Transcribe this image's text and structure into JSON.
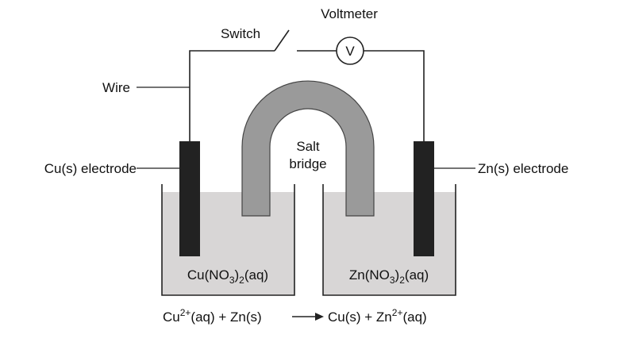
{
  "labels": {
    "voltmeter": "Voltmeter",
    "voltmeter_symbol": "V",
    "switch": "Switch",
    "wire": "Wire",
    "cu_electrode": "Cu(s) electrode",
    "zn_electrode": "Zn(s) electrode",
    "salt_bridge_line1": "Salt",
    "salt_bridge_line2": "bridge"
  },
  "solutions": {
    "left": {
      "prefix": "Cu(NO",
      "sub1": "3",
      "mid": ")",
      "sub2": "2",
      "suffix": "(aq)"
    },
    "right": {
      "prefix": "Zn(NO",
      "sub1": "3",
      "mid": ")",
      "sub2": "2",
      "suffix": "(aq)"
    }
  },
  "equation": {
    "t1": "Cu",
    "s1": "2+",
    "t2": "(aq) + Zn(s)",
    "t3": "Cu(s) + Zn",
    "s2": "2+",
    "t4": "(aq)"
  },
  "colors": {
    "electrode": "#222222",
    "solution": "#d8d6d6",
    "salt_bridge": "#9a9a9a",
    "line": "#222222"
  }
}
